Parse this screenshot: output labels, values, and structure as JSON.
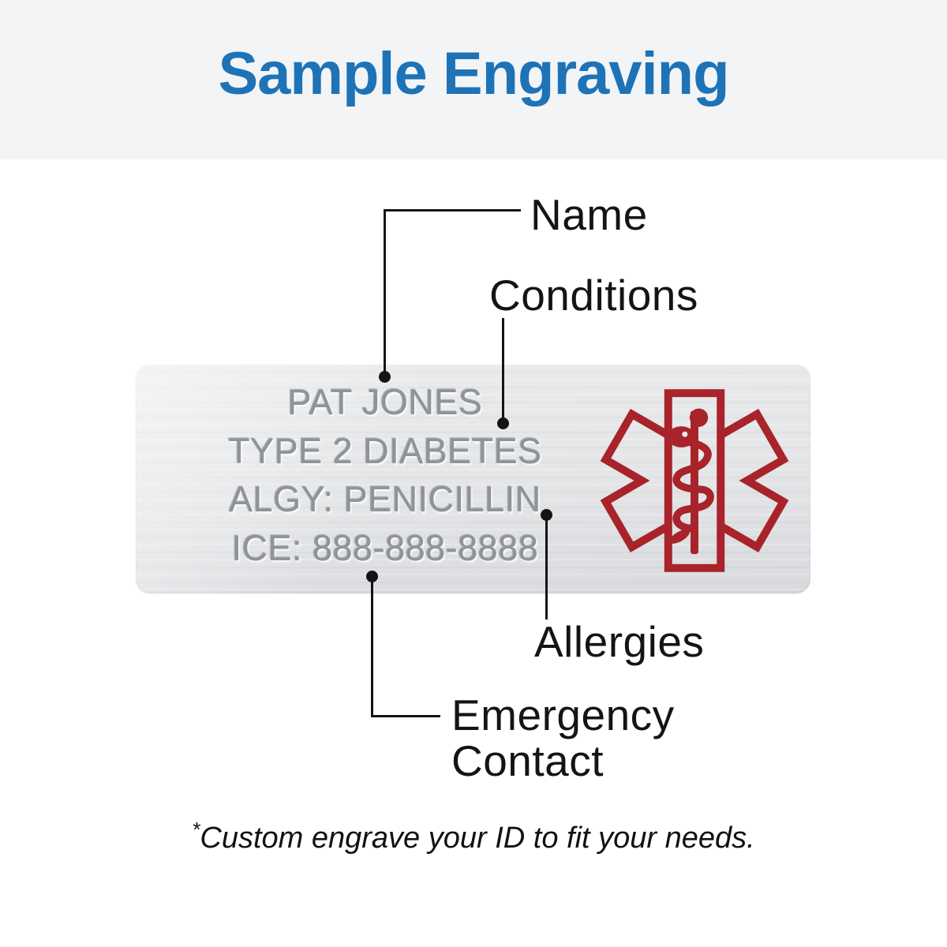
{
  "header": {
    "title": "Sample Engraving"
  },
  "tag": {
    "engraving_lines": [
      "PAT JONES",
      "TYPE 2 DIABETES",
      "ALGY: PENICILLIN",
      "ICE: 888-888-8888"
    ],
    "symbol": "star-of-life-with-rod-of-asclepius"
  },
  "callouts": {
    "name": {
      "label": "Name"
    },
    "conditions": {
      "label": "Conditions"
    },
    "allergies": {
      "label": "Allergies"
    },
    "emergency": {
      "label": "Emergency Contact"
    }
  },
  "footnote": {
    "mark": "*",
    "text": "Custom engrave your ID to fit your needs."
  },
  "colors": {
    "accent_blue": "#1e73b7",
    "symbol_red": "#a8232a",
    "engraving_gray": "#8e949b",
    "header_bg": "#f3f4f6",
    "callout_black": "#141414"
  }
}
